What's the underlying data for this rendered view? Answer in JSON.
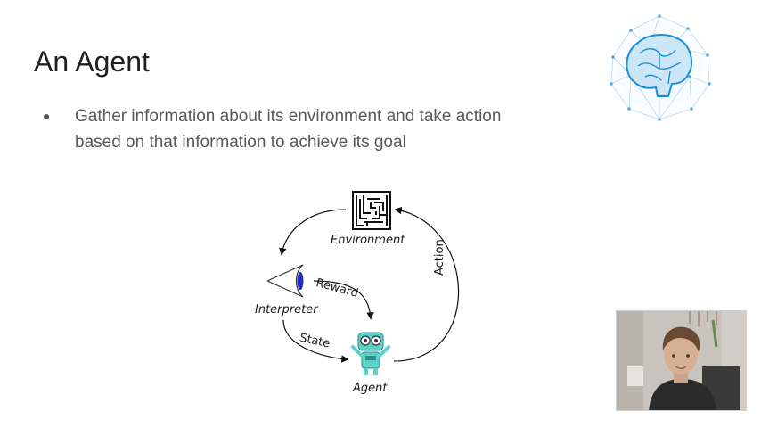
{
  "slide": {
    "title": "An Agent",
    "bullets": [
      "Gather information about its environment and take action based on that information to achieve its goal"
    ]
  },
  "diagram": {
    "nodes": {
      "environment": "Environment",
      "interpreter": "Interpreter",
      "agent": "Agent"
    },
    "edges": {
      "action": "Action",
      "reward": "Reward",
      "state": "State"
    },
    "icons": {
      "environment": "maze-icon",
      "interpreter": "eye-icon",
      "agent": "robot-icon"
    }
  },
  "decor": {
    "logo": "brain-network-icon",
    "webcam": "presenter-webcam-overlay"
  },
  "colors": {
    "title": "#1f1f1f",
    "body_text": "#595959",
    "brain_accent": "#1e8fd6",
    "robot": "#5fd0c8"
  }
}
